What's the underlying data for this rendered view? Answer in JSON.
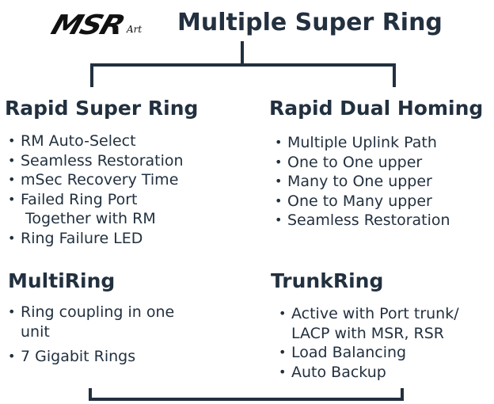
{
  "logo": {
    "text": "MSR",
    "suffix": "Art"
  },
  "title": "Multiple Super Ring",
  "sections": {
    "rapid_super_ring": {
      "title": "Rapid Super Ring",
      "items": [
        "RM Auto-Select",
        "Seamless Restoration",
        "mSec Recovery Time",
        "Failed Ring Port",
        "Together with RM",
        "Ring Failure LED"
      ]
    },
    "rapid_dual_homing": {
      "title": "Rapid Dual Homing",
      "items": [
        "Multiple Uplink Path",
        "One to One upper",
        "Many to One upper",
        "One to Many upper",
        "Seamless Restoration"
      ]
    },
    "multiring": {
      "title": "MultiRing",
      "items": [
        "Ring coupling in one",
        "unit",
        "7 Gigabit Rings"
      ]
    },
    "trunkring": {
      "title": "TrunkRing",
      "items": [
        "Active with Port trunk/",
        "LACP with MSR, RSR",
        "Load Balancing",
        "Auto Backup"
      ]
    }
  },
  "colors": {
    "text": "#22303f",
    "lines": "#22303f"
  }
}
